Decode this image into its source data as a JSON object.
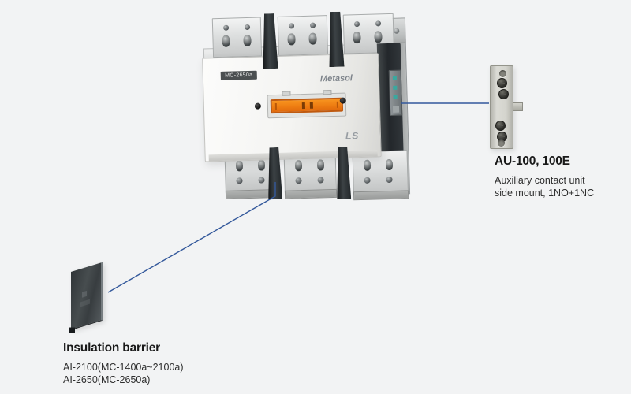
{
  "page": {
    "background_color": "#f2f3f4",
    "callout_line_color": "#33589b"
  },
  "product": {
    "model_label": "MC-2650a",
    "brand_text": "Metasol",
    "logo_text": "LS",
    "indicator_color": "#ee7d12"
  },
  "callouts": {
    "aux_contact_unit": {
      "title": "AU-100, 100E",
      "description_line1": "Auxiliary contact unit",
      "description_line2": "side mount, 1NO+1NC"
    },
    "insulation_barrier": {
      "title": "Insulation barrier",
      "model_line1": "AI-2100(MC-1400a~2100a)",
      "model_line2": "AI-2650(MC-2650a)"
    }
  }
}
